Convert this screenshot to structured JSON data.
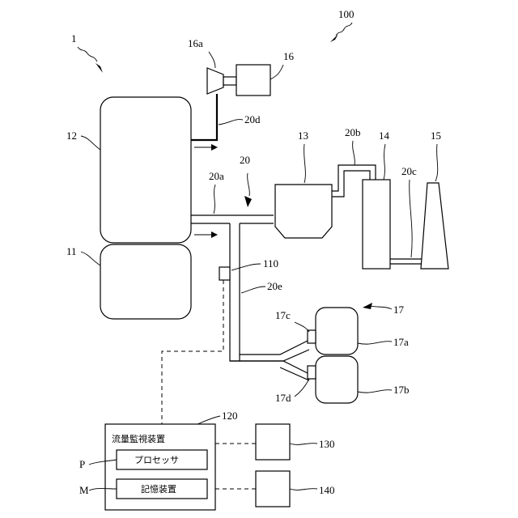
{
  "labels": {
    "system_100": "100",
    "ship_1": "1",
    "n16a": "16a",
    "n16": "16",
    "n12": "12",
    "n20d": "20d",
    "n13": "13",
    "n20b": "20b",
    "n14": "14",
    "n15": "15",
    "n20": "20",
    "n20a": "20a",
    "n20c": "20c",
    "n11": "11",
    "n110": "110",
    "n20e": "20e",
    "n17": "17",
    "n17c": "17c",
    "n17a": "17a",
    "n17b": "17b",
    "n17d": "17d",
    "n120": "120",
    "n130": "130",
    "n140": "140",
    "P": "P",
    "M": "M"
  },
  "monitor": {
    "title": "流量監視装置",
    "processor": "プロセッサ",
    "storage": "記憶装置"
  }
}
